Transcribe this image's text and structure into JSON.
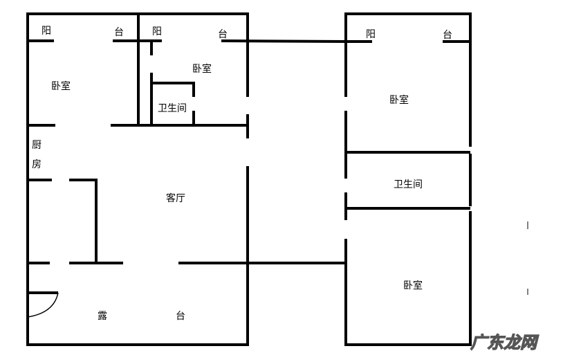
{
  "plan": {
    "left_unit": {
      "balcony_1": [
        "阳",
        "台"
      ],
      "balcony_2": [
        "阳",
        "台"
      ],
      "bedroom_1": "卧室",
      "bedroom_2": "卧室",
      "bathroom": "卫生间",
      "kitchen": [
        "厨",
        "房"
      ],
      "living_room": "客厅",
      "terrace": [
        "露",
        "台"
      ]
    },
    "right_unit": {
      "balcony": [
        "阳",
        "台"
      ],
      "bedroom_top": "卧室",
      "bathroom": "卫生间",
      "bedroom_bottom": "卧室"
    }
  },
  "watermark": "广东龙网",
  "colors": {
    "wall": "#000000",
    "background": "#ffffff"
  }
}
